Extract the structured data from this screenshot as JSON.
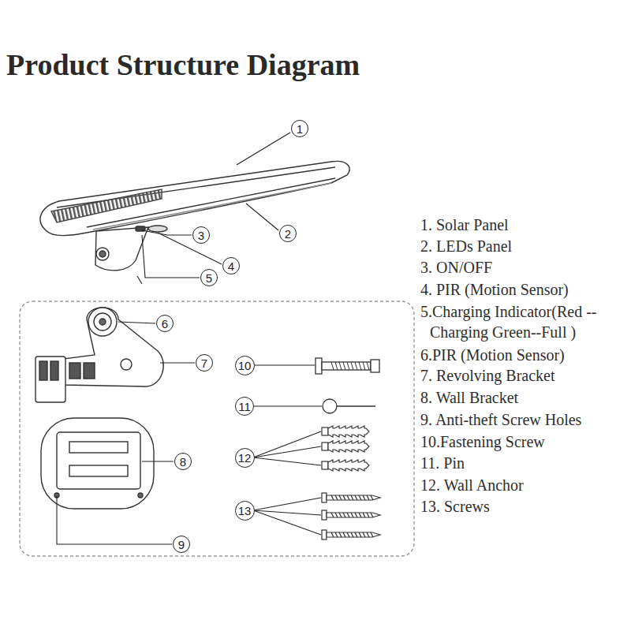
{
  "diagram": {
    "title": "Product Structure Diagram",
    "nodes": [
      {
        "text": [
          "1"
        ]
      },
      {
        "text": [
          "2"
        ]
      },
      {
        "text": [
          "3"
        ]
      },
      {
        "text": [
          "4"
        ]
      },
      {
        "text": [
          "5"
        ]
      },
      {
        "text": [
          "6"
        ]
      },
      {
        "text": [
          "7"
        ]
      },
      {
        "text": [
          "8"
        ]
      },
      {
        "text": [
          "9"
        ]
      },
      {
        "text": [
          "10"
        ]
      },
      {
        "text": [
          "11"
        ]
      },
      {
        "text": [
          "12"
        ]
      },
      {
        "text": [
          "13"
        ]
      }
    ],
    "labels": [
      "1. Solar Panel",
      "2. LEDs Panel",
      "3. ON/OFF",
      "4. PIR (Motion Sensor)",
      "5.Charging Indicator(Red --Charging Green--Full )",
      "6.PIR (Motion Sensor)",
      "7. Revolving Bracket",
      "8. Wall Bracket",
      "9. Anti-theft Screw Holes",
      "10.Fastening Screw",
      "11. Pin",
      "12. Wall Anchor",
      "13. Screws"
    ]
  }
}
